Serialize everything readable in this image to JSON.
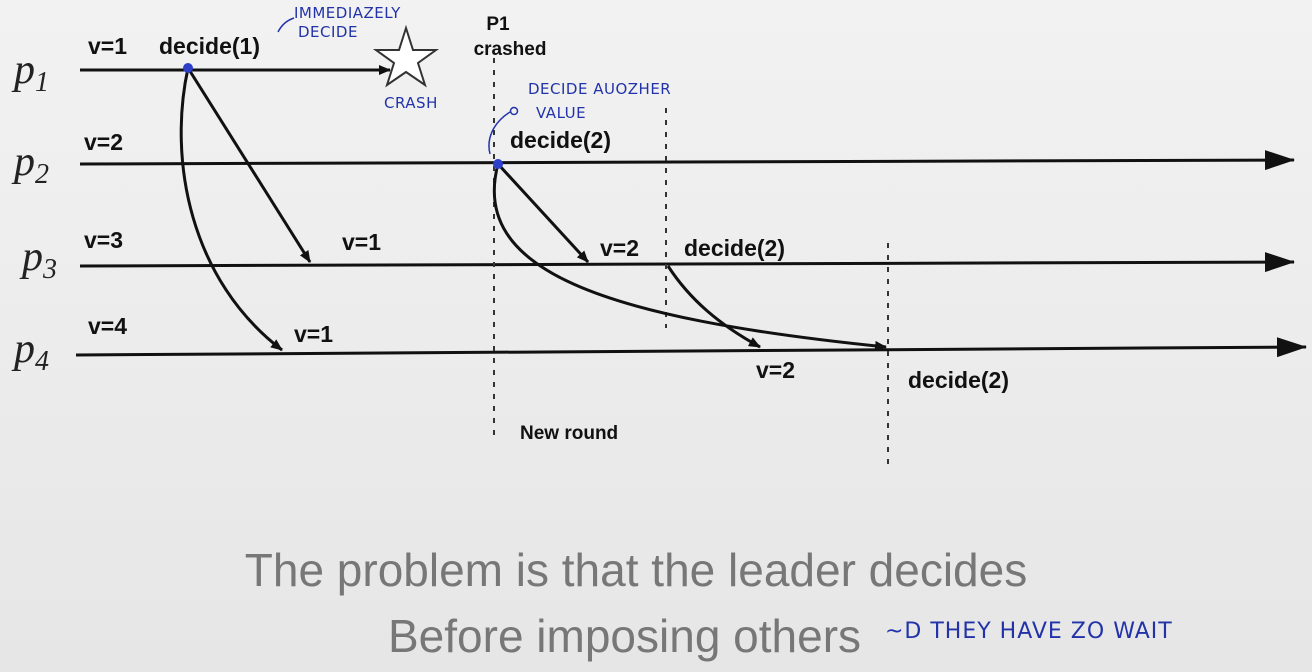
{
  "processes": [
    {
      "id": "p1",
      "label": "p",
      "sub": "1",
      "initial": "v=1",
      "decision": "decide(1)"
    },
    {
      "id": "p2",
      "label": "p",
      "sub": "2",
      "initial": "v=2",
      "decision": "decide(2)"
    },
    {
      "id": "p3",
      "label": "p",
      "sub": "3",
      "initial": "v=3",
      "decision": "decide(2)"
    },
    {
      "id": "p4",
      "label": "p",
      "sub": "4",
      "initial": "v=4",
      "decision": "decide(2)"
    }
  ],
  "messages": {
    "p1_to_p3": "v=1",
    "p1_to_p4": "v=1",
    "p2_to_p3": "v=2",
    "p2_to_p4": "v=2"
  },
  "labels": {
    "crashed": [
      "P1",
      "crashed"
    ],
    "new_round": "New round"
  },
  "handwritten": {
    "immediately": [
      "IMMEDIAZELY",
      "DECIDE"
    ],
    "crash": "CRASH",
    "decide_another": [
      "DECIDE AUOZHER",
      "VALUE"
    ],
    "wait": "~D THEY HAVE ZO WAIT"
  },
  "caption": {
    "line1": "The problem is that the leader decides",
    "line2": "Before imposing others"
  },
  "colors": {
    "line": "#111111",
    "dot": "#2d3fc9",
    "handwriting": "#2233aa",
    "caption": "#777777"
  }
}
